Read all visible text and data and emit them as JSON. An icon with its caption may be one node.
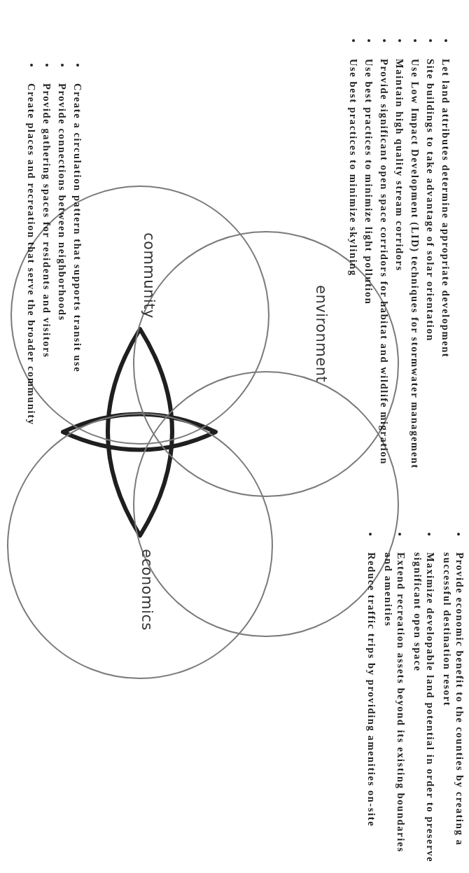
{
  "diagram": {
    "nodes": [
      {
        "text": [
          "environment"
        ]
      },
      {
        "text": [],
        "shape": "circle"
      },
      {
        "text": [
          "community"
        ]
      },
      {
        "text": [
          "economics"
        ]
      }
    ],
    "labels": [
      "Let land attributes determine appropriate development",
      "Site buildings to take advantage of solar orientation",
      "Use Low Impact Development (LID) techniques for stormwater management",
      "Maintain high quality stream corridors",
      "Provide significant open space corridors for habitat and wildlife migration",
      "Use best practices to minimize light pollution",
      "Use best practices to minimize skylining",
      "Provide economic benefit to the counties by creating a successful destination resort",
      "Maximize developable land potential in order to preserve significant open space",
      "Extend recreation assets beyond its existing boundaries and amenities",
      "Reduce traffic trips by providing amenities on-site",
      "Create a circulation pattern that supports transit use",
      "Provide connections between neighborhoods",
      "Provide gathering spaces for residents and visitors",
      "Create places and recreation that serve the broader community"
    ]
  }
}
